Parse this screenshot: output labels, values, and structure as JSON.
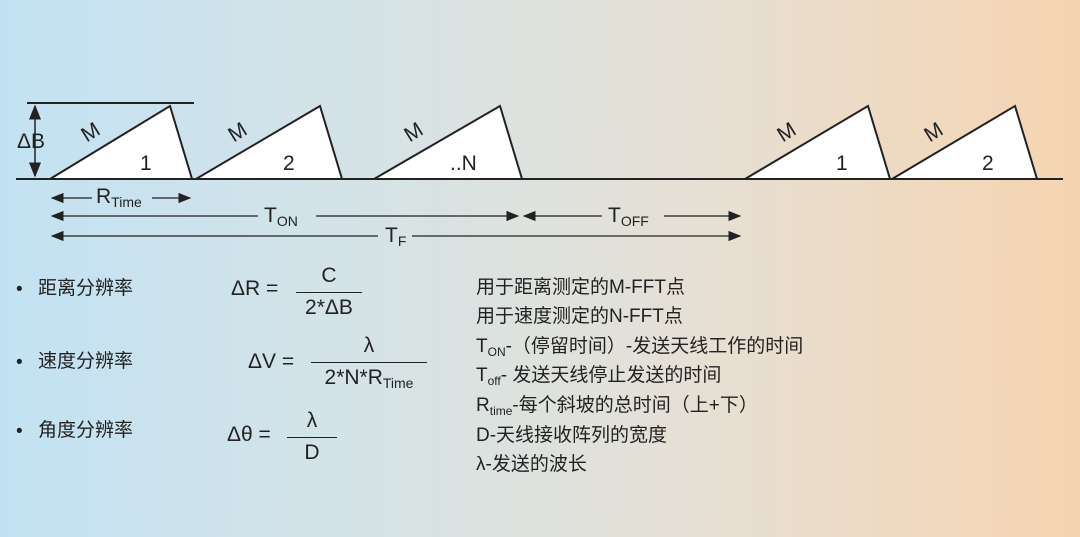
{
  "diagram": {
    "delta_b": "ΔB",
    "chirps": [
      {
        "slope": "M",
        "label": "1"
      },
      {
        "slope": "M",
        "label": "2"
      },
      {
        "slope": "M",
        "label": "..N"
      },
      {
        "slope": "M",
        "label": "1"
      },
      {
        "slope": "M",
        "label": "2"
      }
    ],
    "r_time": {
      "main": "R",
      "sub": "Time"
    },
    "t_on": {
      "main": "T",
      "sub": "ON"
    },
    "t_off": {
      "main": "T",
      "sub": "OFF"
    },
    "t_f": {
      "main": "T",
      "sub": "F"
    }
  },
  "resolutions": [
    {
      "bullet": "•",
      "label": "距离分辨率",
      "lhs": "ΔR =",
      "num": "C",
      "den": "2*ΔB"
    },
    {
      "bullet": "•",
      "label": "速度分辨率",
      "lhs": "ΔV =",
      "num": "λ",
      "den": "2*N*R",
      "den_sub": "Time"
    },
    {
      "bullet": "•",
      "label": "角度分辨率",
      "lhs": "Δθ =",
      "num": "λ",
      "den": "D"
    }
  ],
  "notes": [
    {
      "text": "用于距离测定的M-FFT点"
    },
    {
      "text": "用于速度测定的N-FFT点"
    },
    {
      "main": "T",
      "sub": "ON",
      "text": "-（停留时间）-发送天线工作的时间"
    },
    {
      "main": "T",
      "sub": "off",
      "text": "- 发送天线停止发送的时间"
    },
    {
      "main": "R",
      "sub": "time",
      "text": "-每个斜坡的总时间（上+下）"
    },
    {
      "text": "D-天线接收阵列的宽度"
    },
    {
      "text": "λ-发送的波长"
    }
  ]
}
